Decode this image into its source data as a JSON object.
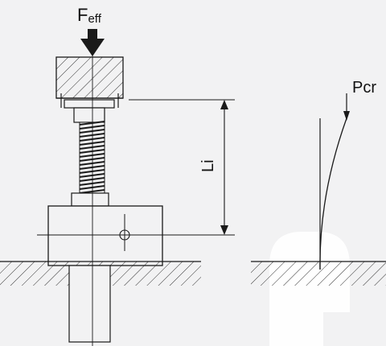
{
  "labels": {
    "force_main": "F",
    "force_sub": "eff",
    "critical_load": "Pcr",
    "length": "Li"
  },
  "colors": {
    "background": "#f2f2f3",
    "line": "#1a1a1a",
    "watermark": "#ffffff"
  },
  "icons": {
    "force_arrow": "arrow-down-icon",
    "load_arrow": "arrow-down-icon"
  }
}
